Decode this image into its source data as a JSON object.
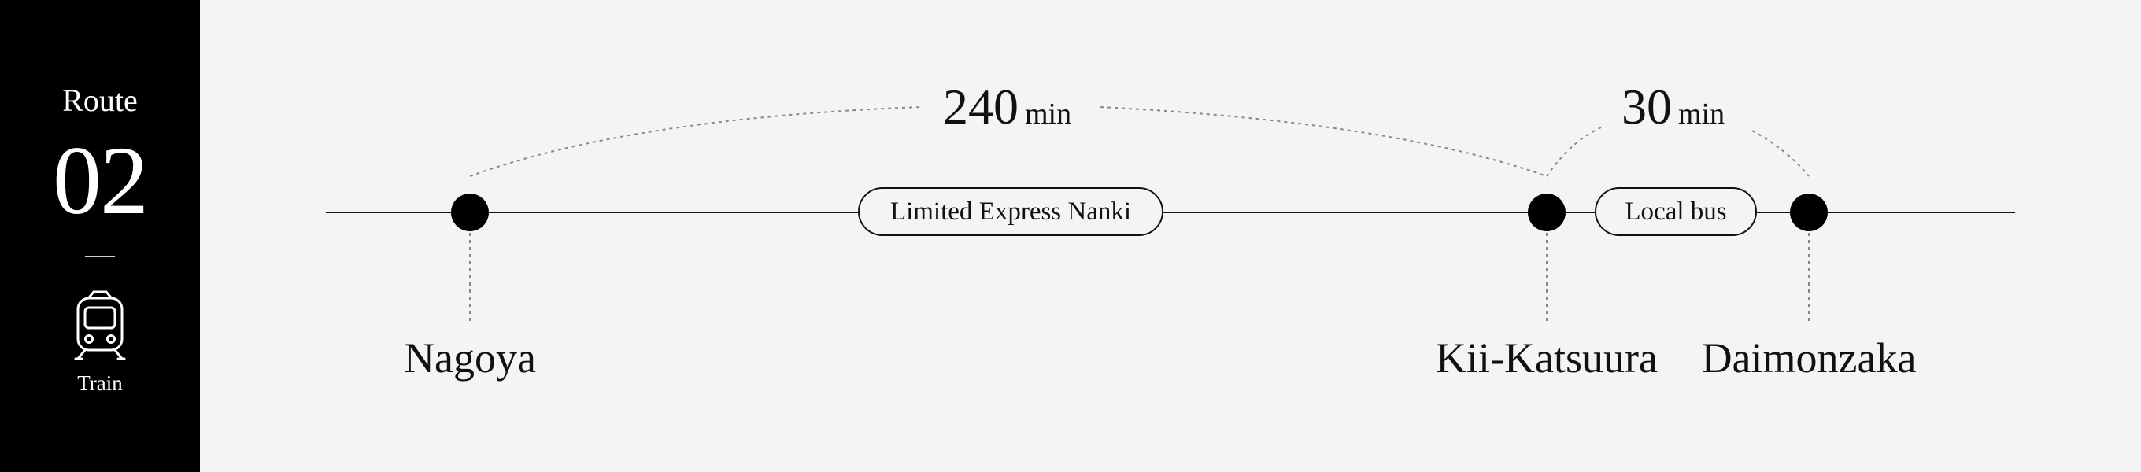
{
  "sidebar": {
    "route_label": "Route",
    "route_number": "02",
    "mode_icon": "train-icon",
    "mode_label": "Train"
  },
  "segments": [
    {
      "service": "Limited Express Nanki",
      "duration_value": "240",
      "duration_unit": "min"
    },
    {
      "service": "Local bus",
      "duration_value": "30",
      "duration_unit": "min"
    }
  ],
  "stations": [
    {
      "name": "Nagoya"
    },
    {
      "name": "Kii-Katsuura"
    },
    {
      "name": "Daimonzaka"
    }
  ],
  "colors": {
    "background": "#f4f4f4",
    "sidebar": "#000000",
    "line": "#111111"
  }
}
